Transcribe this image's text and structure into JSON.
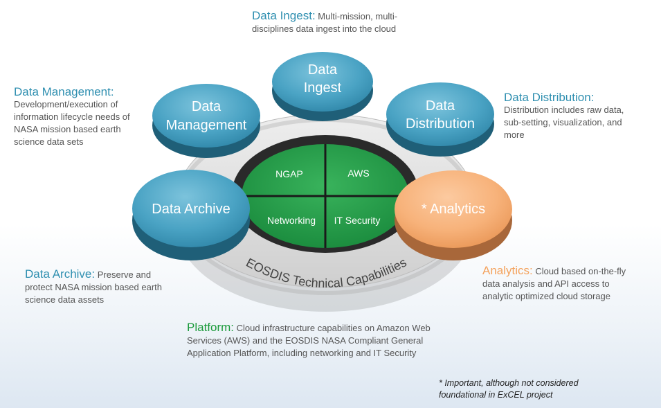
{
  "descriptions": {
    "ingest": {
      "heading": "Data Ingest:",
      "line1": "Multi-mission, multi-",
      "line2": "disciplines data ingest into the cloud"
    },
    "management": {
      "heading": "Data Management:",
      "lines": [
        "Development/execution of",
        "information lifecycle needs of",
        "NASA mission based earth",
        "science data sets"
      ]
    },
    "distribution": {
      "heading": "Data Distribution:",
      "lines": [
        "Distribution includes raw data,",
        "sub-setting, visualization, and",
        "more"
      ]
    },
    "archive": {
      "heading": "Data Archive:",
      "line1": "Preserve and",
      "line2": "protect NASA mission based earth",
      "line3": "science data assets"
    },
    "analytics": {
      "heading": "Analytics:",
      "line1": "Cloud based on-the-fly",
      "line2": "data analysis and API access to",
      "line3": "analytic optimized cloud storage"
    },
    "platform": {
      "heading": "Platform:",
      "line1": "Cloud infrastructure capabilities on Amazon Web",
      "line2": "Services (AWS) and the EOSDIS NASA Compliant General",
      "line3": "Application Platform, including networking and IT Security"
    }
  },
  "nodes": {
    "ingest": [
      "Data",
      "Ingest"
    ],
    "management": [
      "Data",
      "Management"
    ],
    "distribution": [
      "Data",
      "Distribution"
    ],
    "archive": "Data Archive",
    "analytics": "* Analytics"
  },
  "quadrants": {
    "tl": "NGAP",
    "tr": "AWS",
    "bl": "Networking",
    "br": "IT Security"
  },
  "ring_label": "EOSDIS Technical Capabilities",
  "note": {
    "line1": "* Important, although not considered",
    "line2": "foundational in ExCEL project"
  },
  "colors": {
    "node_blue": "#4aa3c4",
    "node_orange": "#f7b27a",
    "quad_green": "#1f9a45",
    "ring_gray": "#d9d9d9"
  }
}
